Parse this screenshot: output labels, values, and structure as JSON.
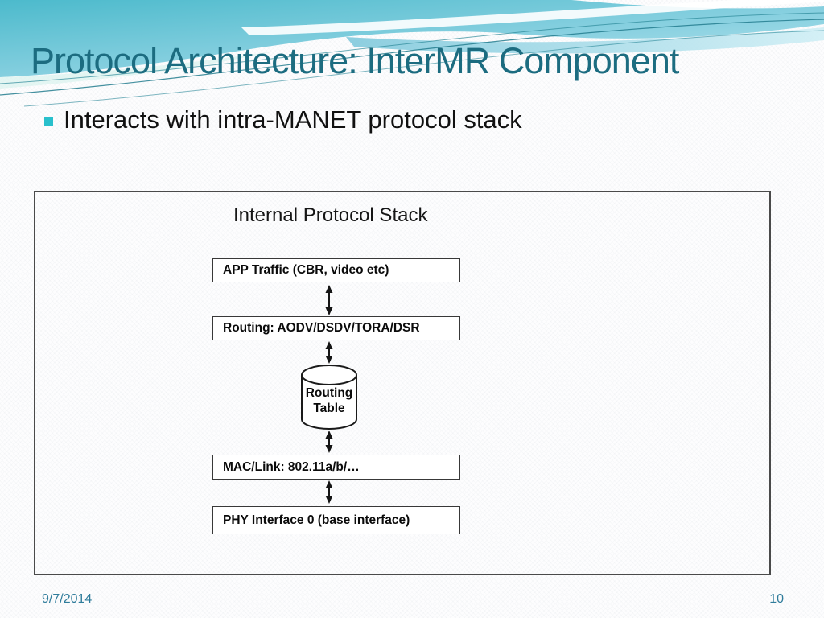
{
  "slide": {
    "title": "Protocol Architecture: InterMR Component",
    "bullet_text": "Interacts with intra-MANET protocol stack",
    "footer": {
      "date": "9/7/2014",
      "page_number": "10"
    },
    "colors": {
      "title_text": "#1c6c80",
      "bullet_marker": "#29c0cc",
      "header_teal": "#4cbacc",
      "header_light_blue": "#b5e4ee",
      "footer_text": "#2f7c9b",
      "diagram_border": "#3a3a3a"
    }
  },
  "diagram": {
    "heading": "Internal Protocol Stack",
    "layers": [
      {
        "id": "app",
        "label": "APP Traffic (CBR, video etc)"
      },
      {
        "id": "routing",
        "label": "Routing: AODV/DSDV/TORA/DSR"
      },
      {
        "id": "mac",
        "label": "MAC/Link: 802.11a/b/…"
      },
      {
        "id": "phy",
        "label": "PHY Interface 0 (base interface)"
      }
    ],
    "datastore": {
      "label": "Routing\nTable"
    }
  }
}
